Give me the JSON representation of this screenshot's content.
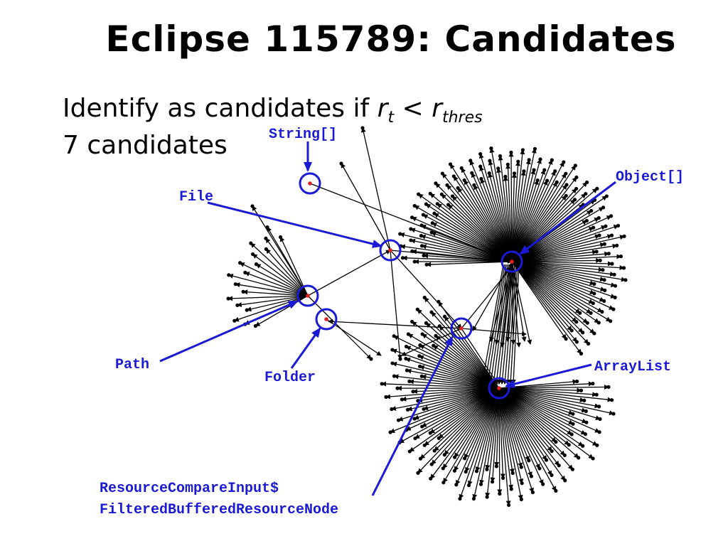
{
  "title": "Eclipse 115789: Candidates",
  "criterion": {
    "prefix": "Identify as candidates if ",
    "lhs_var": "r",
    "lhs_sub": "t",
    "op": " < ",
    "rhs_var": "r",
    "rhs_sub": "thres"
  },
  "count_text": "7 candidates",
  "labels": {
    "string_arr": "String[]",
    "object_arr": "Object[]",
    "file": "File",
    "path": "Path",
    "folder": "Folder",
    "arraylist": "ArrayList",
    "resource_line1": "ResourceCompareInput$",
    "resource_line2": "FilteredBufferedResourceNode"
  },
  "colors": {
    "highlight": "#1a1ad6",
    "node": "#e02020",
    "edge": "#000000"
  }
}
